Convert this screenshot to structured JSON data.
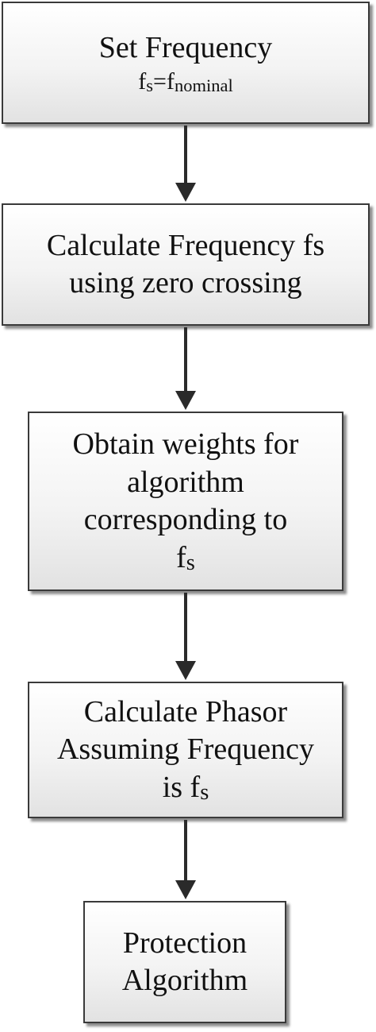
{
  "diagram": {
    "steps": [
      {
        "lines": [
          "Set Frequency"
        ],
        "formula": {
          "base": "f",
          "sub1": "s",
          "eq": "=f",
          "sub2": "nominal"
        }
      },
      {
        "lines": [
          "Calculate Frequency fs",
          "using zero crossing"
        ]
      },
      {
        "lines": [
          "Obtain weights for",
          "algorithm",
          "corresponding to"
        ],
        "symbol": {
          "base": "f",
          "sub": "s"
        }
      },
      {
        "lines": [
          "Calculate Phasor",
          "Assuming Frequency"
        ],
        "last": {
          "prefix": "is f",
          "sub": "s"
        }
      },
      {
        "lines": [
          "Protection",
          "Algorithm"
        ]
      }
    ],
    "colors": {
      "border": "#3a3a3a",
      "arrow": "#2a2a2a",
      "box_fill": "#f3f3f3"
    }
  }
}
